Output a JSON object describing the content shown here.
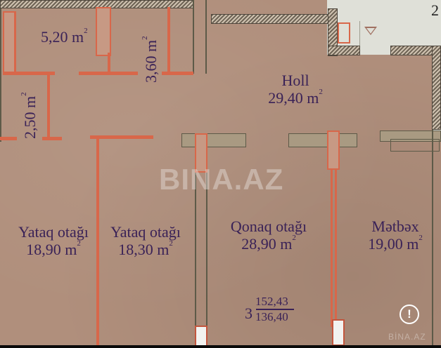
{
  "plan": {
    "rooms": [
      {
        "id": "storage",
        "name": "",
        "area": "5,20",
        "unit": "m",
        "exp": "2"
      },
      {
        "id": "bathroom",
        "name": "",
        "area": "3,60",
        "unit": "m",
        "exp": "2"
      },
      {
        "id": "toilet",
        "name": "",
        "area": "2,50",
        "unit": "m",
        "exp": "2"
      },
      {
        "id": "hall",
        "name": "Holl",
        "area": "29,40",
        "unit": "m",
        "exp": "2"
      },
      {
        "id": "bedroom1",
        "name": "Yataq otağı",
        "area": "18,90",
        "unit": "m",
        "exp": "2"
      },
      {
        "id": "bedroom2",
        "name": "Yataq otağı",
        "area": "18,30",
        "unit": "m",
        "exp": "2"
      },
      {
        "id": "living",
        "name": "Qonaq otağı",
        "area": "28,90",
        "unit": "m",
        "exp": "2"
      },
      {
        "id": "kitchen",
        "name": "Mətbəx",
        "area": "19,00",
        "unit": "m",
        "exp": "2"
      }
    ],
    "apartment": {
      "rooms_count": "3",
      "total_area": "152,43",
      "living_area": "136,40"
    },
    "corner_mark": "2"
  },
  "watermark": {
    "center": "BINA.AZ",
    "corner": "BİNA.AZ"
  },
  "icons": {
    "alert": "!"
  },
  "colors": {
    "floor": "#b08f7c",
    "red_wall": "#d8674a",
    "text": "#3a2257",
    "outside": "#dfe0d8"
  }
}
